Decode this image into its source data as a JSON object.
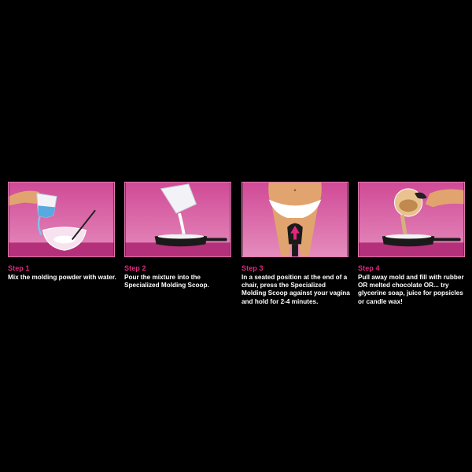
{
  "colors": {
    "background": "#000000",
    "panel_pink": "#c83e8c",
    "panel_light": "#e9a0c8",
    "step_label": "#e0287e",
    "text": "#ffffff"
  },
  "steps": [
    {
      "label": "Step 1",
      "text": "Mix the molding powder with water.",
      "illustration": "pouring-water-into-bowl-icon"
    },
    {
      "label": "Step 2",
      "text": "Pour the mixture into the Specialized Molding Scoop.",
      "illustration": "pouring-mixture-into-scoop-icon"
    },
    {
      "label": "Step 3",
      "text": "In a seated position at the end of a chair, press the Specialized Molding Scoop against your vagina and hold for 2-4 minutes.",
      "illustration": "seated-scoop-position-icon"
    },
    {
      "label": "Step 4",
      "text": "Pull away mold and fill with rubber OR melted chocolate OR... try glycerine soap, juice for popsicles or candle wax!",
      "illustration": "pouring-fill-into-mold-icon"
    }
  ]
}
